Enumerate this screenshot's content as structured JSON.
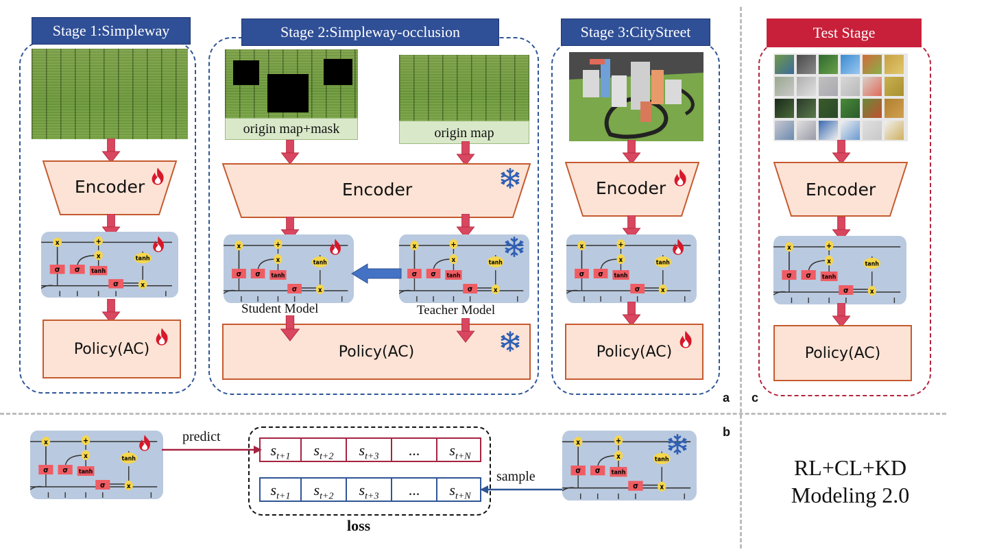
{
  "stage1": {
    "title": "Stage 1:Simpleway",
    "encoder": "Encoder",
    "policy": "Policy(AC)"
  },
  "stage2": {
    "title": "Stage 2:Simpleway-occlusion",
    "caption_left": "origin map+mask",
    "caption_right": "origin map",
    "encoder": "Encoder",
    "student": "Student Model",
    "teacher": "Teacher Model",
    "policy": "Policy(AC)"
  },
  "stage3": {
    "title": "Stage 3:CityStreet",
    "encoder": "Encoder",
    "policy": "Policy(AC)"
  },
  "test": {
    "title": "Test Stage",
    "encoder": "Encoder",
    "policy": "Policy(AC)"
  },
  "panel_b": {
    "predict": "predict",
    "sample": "sample",
    "loss": "loss",
    "states": [
      {
        "s": "s",
        "sub": "t+1"
      },
      {
        "s": "s",
        "sub": "t+2"
      },
      {
        "s": "s",
        "sub": "t+3"
      },
      {
        "s": "...",
        "sub": ""
      },
      {
        "s": "s",
        "sub": "t+N"
      }
    ]
  },
  "summary": {
    "line1": "RL+CL+KD",
    "line2": "Modeling 2.0"
  },
  "letters": {
    "a": "a",
    "b": "b",
    "c": "c"
  },
  "lstm_glyphs": {
    "times": "x",
    "plus": "+",
    "sigma": "σ",
    "tanh": "tanh"
  },
  "icons": {
    "fire": "fire-icon",
    "freeze": "snowflake-icon"
  },
  "colors": {
    "stage_blue": "#2f4f96",
    "test_red": "#c8203a",
    "arrow_red": "#d9465f",
    "arrow_blue": "#4472c4",
    "box_fill": "#fce3d5"
  }
}
